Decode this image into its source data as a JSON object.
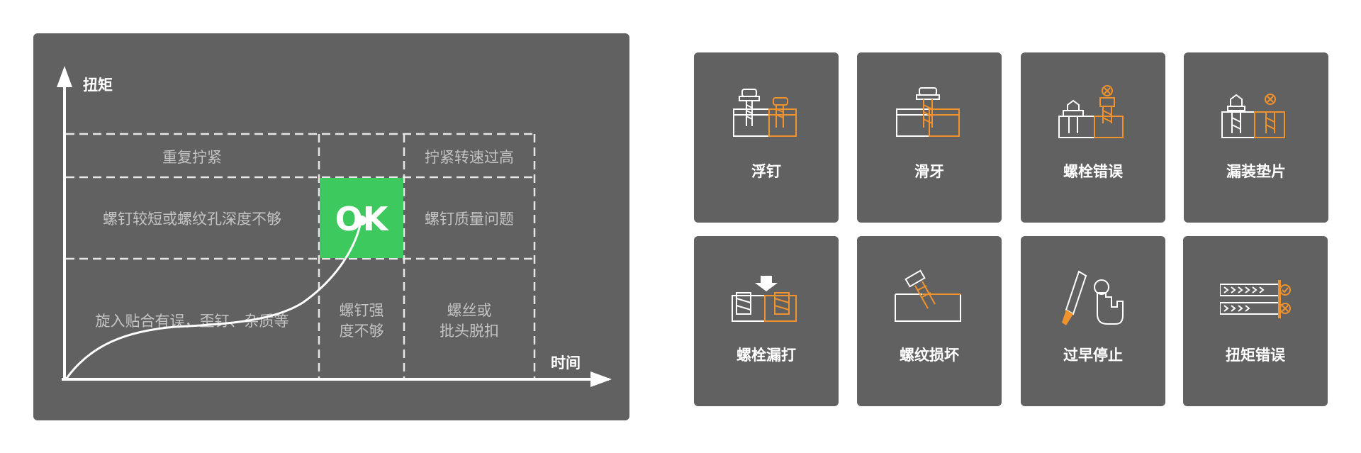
{
  "diagram": {
    "y_axis_label": "扭矩",
    "x_axis_label": "时间",
    "ok_label": "OK",
    "cells": {
      "repeat_tighten": "重复拧紧",
      "speed_too_high": "拧紧转速过高",
      "screw_short": "螺钉较短或螺纹孔深度不够",
      "screw_quality": "螺钉质量问题",
      "screw_in_error": "旋入贴合有误，歪钉、杂质等",
      "screw_strength_1": "螺钉强",
      "screw_strength_2": "度不够",
      "thread_bit_1": "螺丝或",
      "thread_bit_2": "批头脱扣"
    }
  },
  "colors": {
    "panel": "#616161",
    "ok_green": "#3ec95f",
    "accent_orange": "#f0922e"
  },
  "faults": [
    {
      "label": "浮钉",
      "icon": "floating-screw-icon"
    },
    {
      "label": "滑牙",
      "icon": "stripped-thread-icon"
    },
    {
      "label": "螺栓错误",
      "icon": "wrong-bolt-icon"
    },
    {
      "label": "漏装垫片",
      "icon": "missing-washer-icon"
    },
    {
      "label": "螺栓漏打",
      "icon": "missed-bolt-icon"
    },
    {
      "label": "螺纹损坏",
      "icon": "damaged-thread-icon"
    },
    {
      "label": "过早停止",
      "icon": "premature-stop-icon"
    },
    {
      "label": "扭矩错误",
      "icon": "torque-error-icon"
    }
  ]
}
